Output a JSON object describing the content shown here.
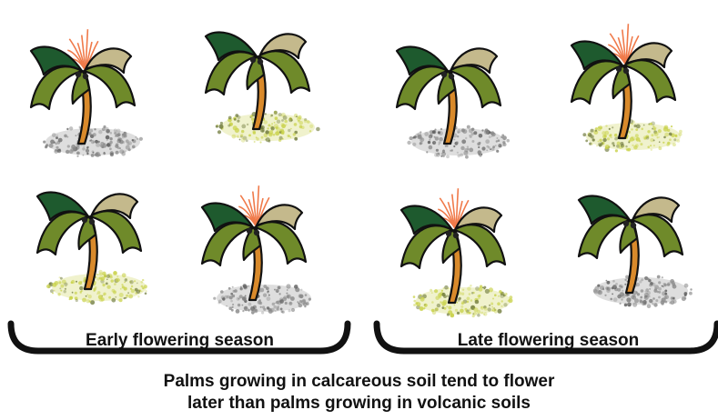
{
  "groups": [
    {
      "label": "Early flowering season",
      "palms": [
        {
          "soil": "volcanic",
          "flowering": true
        },
        {
          "soil": "calcareous",
          "flowering": false
        },
        {
          "soil": "calcareous",
          "flowering": false
        },
        {
          "soil": "volcanic",
          "flowering": true
        }
      ]
    },
    {
      "label": "Late flowering season",
      "palms": [
        {
          "soil": "volcanic",
          "flowering": false
        },
        {
          "soil": "calcareous",
          "flowering": true
        },
        {
          "soil": "calcareous",
          "flowering": true
        },
        {
          "soil": "volcanic",
          "flowering": false
        }
      ]
    }
  ],
  "caption": {
    "line1": "Palms growing in calcareous soil tend to flower",
    "line2": "later than palms growing in volcanic soils"
  },
  "colors": {
    "volcanic_soil": "#8a8a8a",
    "calcareous_soil": "#c9d24a",
    "trunk": "#d98a2b",
    "leaf_light": "#6f8a2a",
    "leaf_dark": "#1e5a2e",
    "leaf_dry": "#c4b98c",
    "flower": "#f07a4a",
    "bracket": "#111111"
  },
  "icons": {
    "palm": "palm-tree-icon",
    "soil": "soil-patch",
    "flower": "inflorescence"
  }
}
